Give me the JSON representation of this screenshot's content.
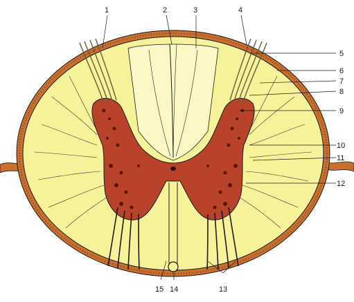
{
  "labels": [
    "1",
    "2",
    "3",
    "4",
    "5",
    "6",
    "7",
    "8",
    "9",
    "10",
    "11",
    "12",
    "13",
    "14",
    "15"
  ],
  "colors": {
    "background": "#ffffff",
    "white_matter": "#f6f29a",
    "white_matter_light": "#fbf8c6",
    "gray_matter": "#b9432a",
    "gray_matter_dark": "#8a2512",
    "membrane": "#c9702f",
    "membrane_dots": "#7a3a12",
    "lines": "#1a1a1a"
  },
  "icons": [
    "spinal-cord-cross-section"
  ]
}
